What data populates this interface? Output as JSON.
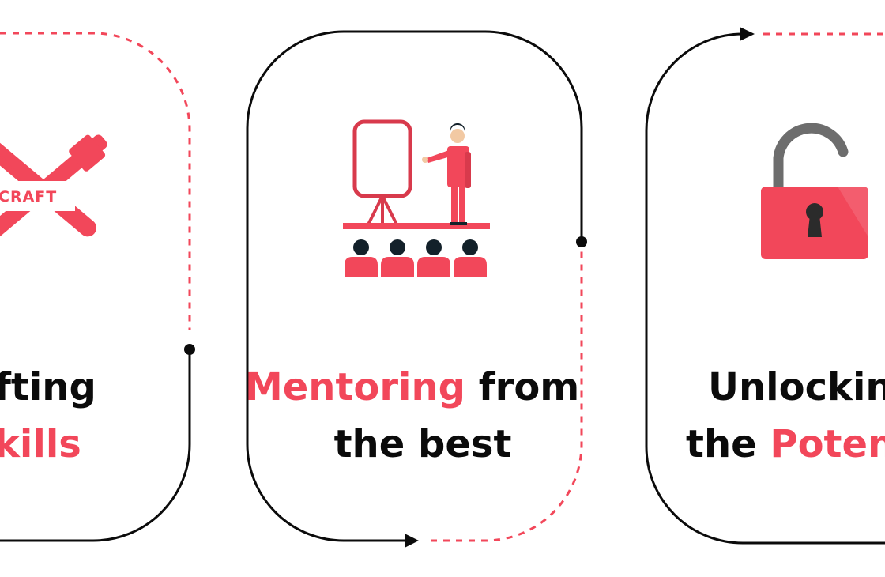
{
  "colors": {
    "accent": "#f2475a",
    "accent_dark": "#d83a4c",
    "ink": "#0b0b0b",
    "lock_shackle": "#6d6d6d",
    "skin": "#f2c9a3",
    "hair": "#13212a"
  },
  "steps": [
    {
      "icon": "crossed-tools-craft-icon",
      "icon_text": "CRAFT",
      "line1_plain": "fting",
      "line2_accent": "kills"
    },
    {
      "icon": "presentation-mentor-icon",
      "line1_accent": "Mentoring",
      "line1_plain": " from",
      "line2_plain": "the best"
    },
    {
      "icon": "unlocked-padlock-icon",
      "line1_plain": "Unlocking",
      "line2_plain": "the ",
      "line2_accent": "Potent"
    }
  ]
}
